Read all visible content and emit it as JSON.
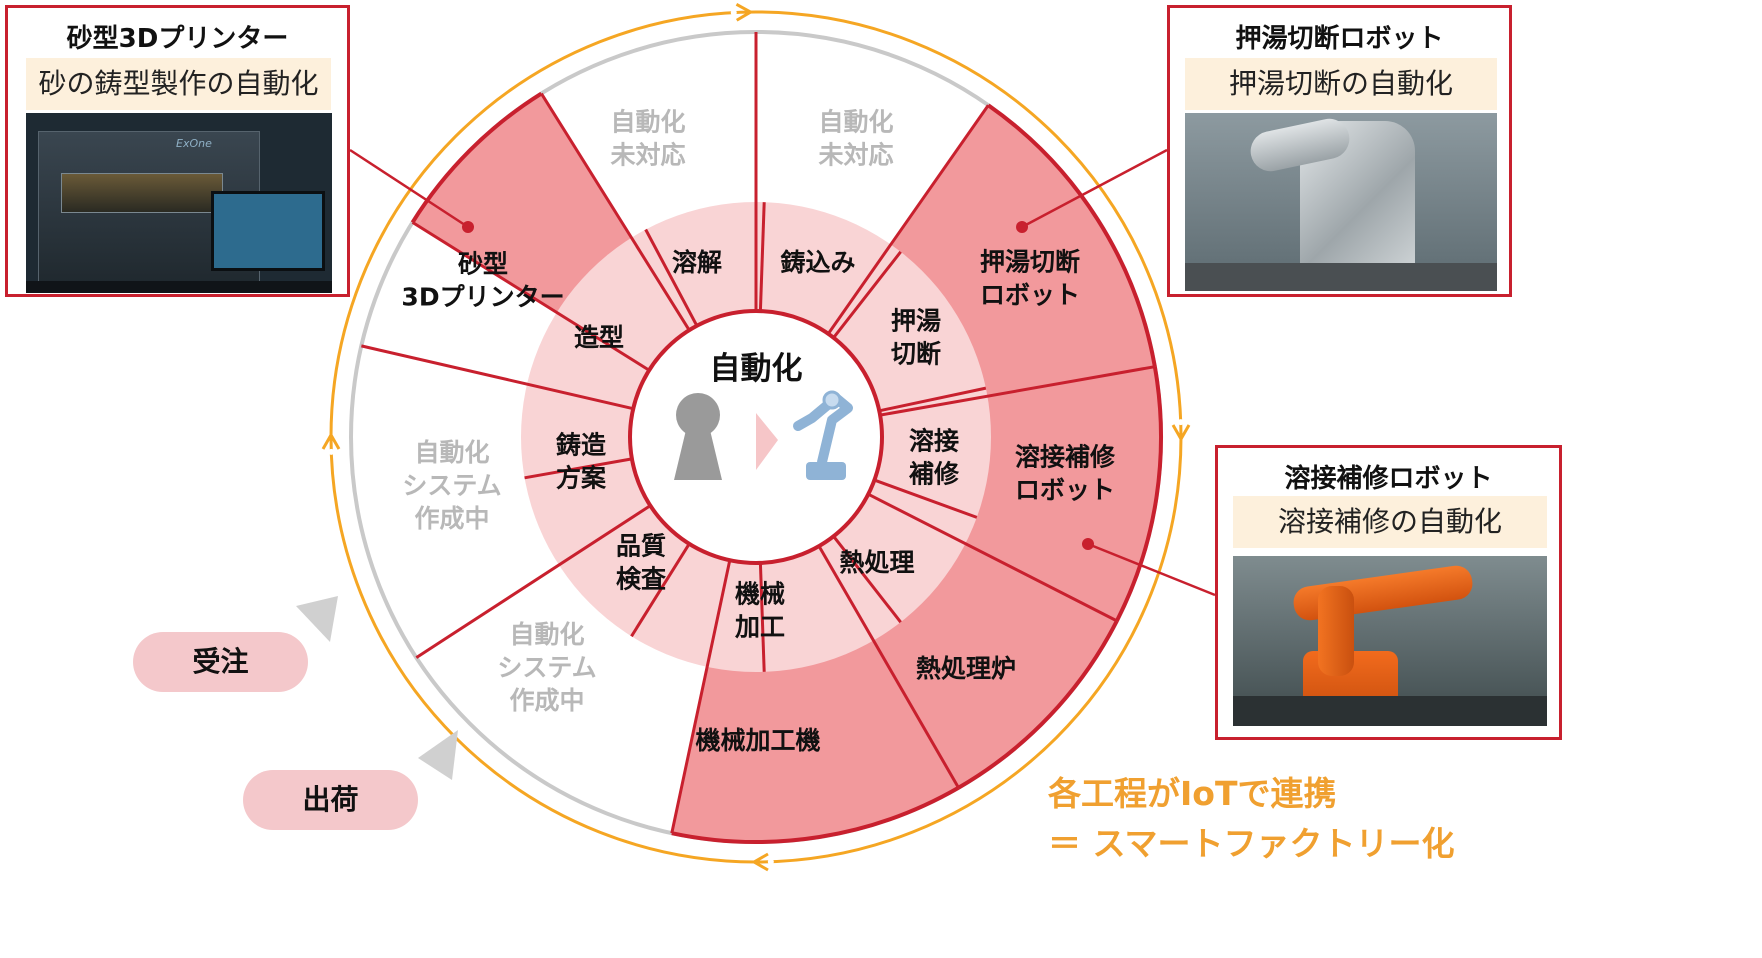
{
  "center": {
    "title": "自動化"
  },
  "outer_segments": [
    {
      "id": "sand",
      "lines": [
        "砂型",
        "3Dプリンター"
      ],
      "automated": true
    },
    {
      "id": "top-left",
      "lines": [
        "自動化",
        "未対応"
      ],
      "automated": false
    },
    {
      "id": "top-right",
      "lines": [
        "自動化",
        "未対応"
      ],
      "automated": false
    },
    {
      "id": "cut",
      "lines": [
        "押湯切断",
        "ロボット"
      ],
      "automated": true
    },
    {
      "id": "weld",
      "lines": [
        "溶接補修",
        "ロボット"
      ],
      "automated": true
    },
    {
      "id": "heat",
      "lines": [
        "熱処理炉"
      ],
      "automated": true
    },
    {
      "id": "machine",
      "lines": [
        "機械加工機"
      ],
      "automated": true
    },
    {
      "id": "bottom-left",
      "lines": [
        "自動化",
        "システム",
        "作成中"
      ],
      "automated": false
    },
    {
      "id": "left",
      "lines": [
        "自動化",
        "システム",
        "作成中"
      ],
      "automated": false
    }
  ],
  "inner_segments": [
    {
      "lines": [
        "造型"
      ]
    },
    {
      "lines": [
        "溶解"
      ]
    },
    {
      "lines": [
        "鋳込み"
      ]
    },
    {
      "lines": [
        "押湯",
        "切断"
      ]
    },
    {
      "lines": [
        "溶接",
        "補修"
      ]
    },
    {
      "lines": [
        "熱処理"
      ]
    },
    {
      "lines": [
        "機械",
        "加工"
      ]
    },
    {
      "lines": [
        "品質",
        "検査"
      ]
    },
    {
      "lines": [
        "鋳造",
        "方案"
      ]
    }
  ],
  "callouts": {
    "sand_printer": {
      "title": "砂型3Dプリンター",
      "subtitle": "砂の鋳型製作の自動化",
      "brand": "ExOne"
    },
    "cut_robot": {
      "title": "押湯切断ロボット",
      "subtitle": "押湯切断の自動化"
    },
    "weld_robot": {
      "title": "溶接補修ロボット",
      "subtitle": "溶接補修の自動化"
    }
  },
  "flow": {
    "order": "受注",
    "ship": "出荷"
  },
  "footer": {
    "line1": "各工程がIoTで連携",
    "line2": "＝ スマートファクトリー化"
  },
  "colors": {
    "automated": "#f2999c",
    "inner": "#f9d4d5",
    "divider": "#c8202e",
    "ring": "#f5a623",
    "muted_text": "#b8b8b8",
    "border_red": "#c8202e"
  }
}
